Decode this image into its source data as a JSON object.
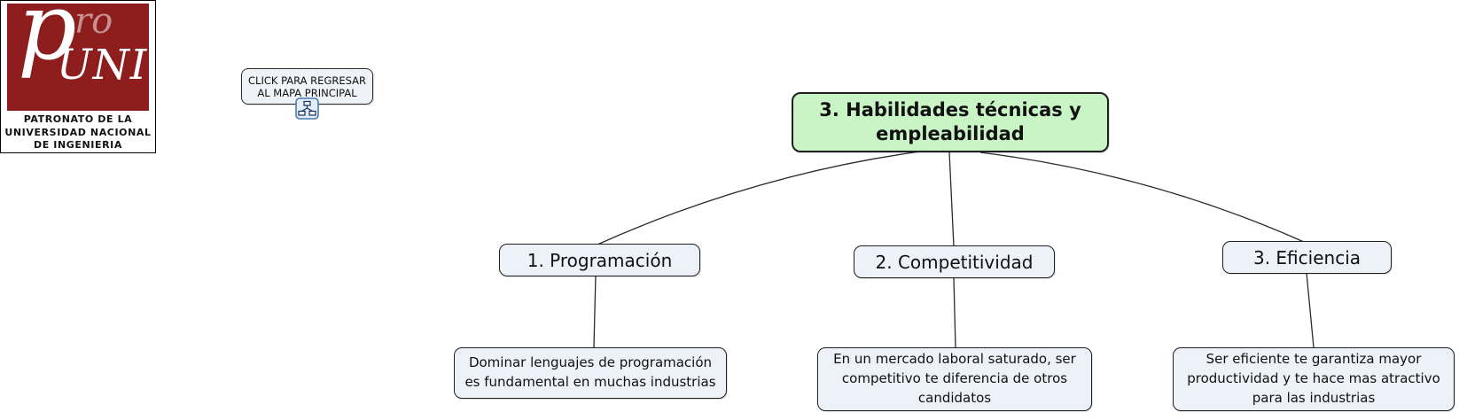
{
  "logo": {
    "brand": {
      "p": "p",
      "ro": "ro",
      "uni": "UNI"
    },
    "org_lines": [
      "PATRONATO DE LA",
      "UNIVERSIDAD NACIONAL",
      "DE INGENIERIA"
    ],
    "colors": {
      "background_red": "#8e1d1d",
      "accent_pink": "#c79191"
    }
  },
  "back_button": {
    "label_line1": "CLICK PARA REGRESAR",
    "label_line2": "AL MAPA PRINCIPAL",
    "icon": "concept-map-icon"
  },
  "concept_map": {
    "root": {
      "label": "3. Habilidades técnicas y empleabilidad",
      "fill": "#c9f4c5"
    },
    "branches": [
      {
        "label": "1. Programación",
        "description": "Dominar lenguajes de programación es fundamental en muchas industrias"
      },
      {
        "label": "2. Competitividad",
        "description": "En un mercado laboral saturado, ser competitivo te diferencia de otros candidatos"
      },
      {
        "label": "3. Eficiencia",
        "description": "Ser eficiente te garantiza mayor productividad y te hace mas atractivo para las industrias"
      }
    ],
    "node_fill": "#ecf2f7",
    "border_color": "#1f1f1f",
    "line_color": "#2a2a2a"
  }
}
